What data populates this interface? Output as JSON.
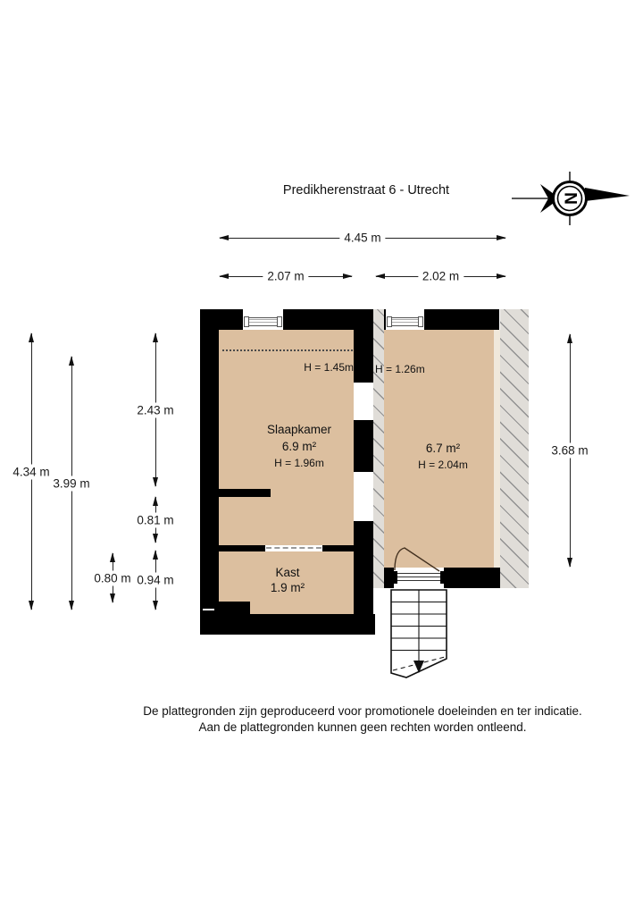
{
  "title": "Predikherenstraat 6 - Utrecht",
  "compass": {
    "letter": "N"
  },
  "dims": {
    "total_width": "4.45 m",
    "left_width": "2.07 m",
    "right_width": "2.02 m",
    "outer_height": "4.34 m",
    "inner_height": "3.99 m",
    "seg_top": "2.43 m",
    "seg_mid": "0.81 m",
    "seg_bottom": "0.94 m",
    "closet_height": "0.80 m",
    "right_height": "3.68 m"
  },
  "rooms": {
    "slaapkamer": {
      "name": "Slaapkamer",
      "area": "6.9 m²",
      "ceiling": "H = 1.96m",
      "low_ceiling": "H = 1.45m"
    },
    "attic_room": {
      "area": "6.7 m²",
      "ceiling": "H = 2.04m",
      "low_ceiling": "H = 1.26m"
    },
    "kast": {
      "name": "Kast",
      "area": "1.9 m²"
    }
  },
  "disclaimer": [
    "De plattegronden zijn geproduceerd voor promotionele doeleinden en ter indicatie.",
    "Aan de plattegronden kunnen geen rechten worden ontleend."
  ],
  "colors": {
    "room_fill": "#dcbf9f",
    "wall": "#000000",
    "hatch_bg": "#e0ddd8",
    "hatch_line": "#919191"
  }
}
